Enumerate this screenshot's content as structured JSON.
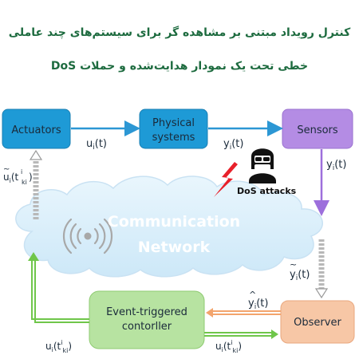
{
  "title": {
    "line1": "کنترل رویداد مبتنی بر مشاهده گر برای سیستم‌های چند عاملی",
    "line2": "خطی تحت یک نمودار هدایت‌شده و حملات DoS"
  },
  "diagram": {
    "blocks": {
      "actuators": "Actuators",
      "physical_line1": "Physical",
      "physical_line2": "systems",
      "sensors": "Sensors",
      "event_line1": "Event-triggered",
      "event_line2": "contorller",
      "observer": "Observer"
    },
    "network": {
      "line1": "Communication",
      "line2": "Network"
    },
    "attack": {
      "label": "DoS attacks",
      "icon": "hacker-icon"
    },
    "signals": {
      "u_base": "u",
      "y_base": "y",
      "sub_i": "i",
      "t_open": "(t)",
      "t_prime_open": "(t",
      "prime_sup": "i",
      "ki_sub": "ki",
      "close": ")"
    },
    "colors": {
      "blue_block": "#1e9ad6",
      "sensors_block": "#b48ce4",
      "green_block": "#b7e3a1",
      "observer_block": "#f7c7a6",
      "blue_arrow": "#2c97d4",
      "purple_arrow": "#9d6fdc",
      "green_arrow": "#6fc64a",
      "orange_arrow": "#f3a46c",
      "title": "#1d6b3f",
      "cloud": "#dff0fb"
    }
  }
}
